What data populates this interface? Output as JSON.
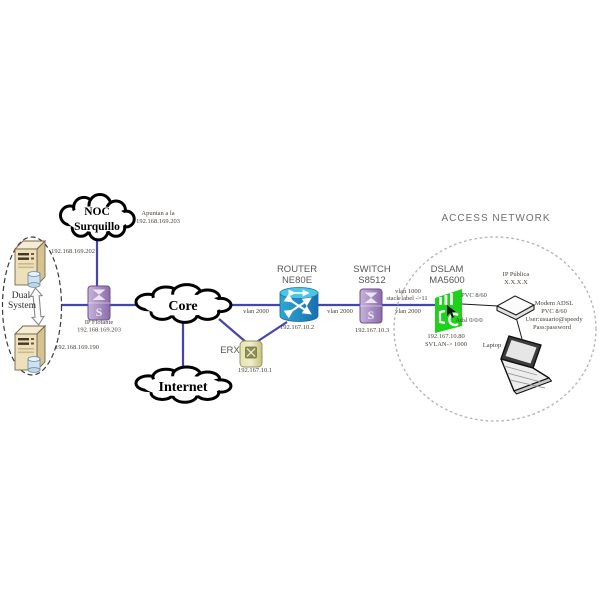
{
  "colors": {
    "link": "#4643b2",
    "black_link": "#1a1a1a",
    "dslam_fill": "#1dd11d",
    "switch_fill": "#a78fc4",
    "router_fill": "#1d86c0",
    "erx_fill": "#d9d496"
  },
  "icons": {
    "switch_glyph": "S"
  },
  "clouds": {
    "noc_line1": "NOC",
    "noc_line2": "Surquillo",
    "core": "Core",
    "internet": "Internet"
  },
  "region": {
    "access_network": "ACCESS NETWORK"
  },
  "notes": {
    "apuntan_line1": "Apuntan a la",
    "apuntan_line2": "192.168.169.203"
  },
  "devices": {
    "dual_system": {
      "label_line1": "Dual",
      "label_line2": "System",
      "server_top_ip": "192.168.169.202",
      "server_bottom_ip": "192.168.169.190"
    },
    "core_switch": {
      "label_line1": "IP Flotante",
      "label_line2": "192.168.169.203"
    },
    "erx": {
      "name": "ERX",
      "ip": "192.167.10.1"
    },
    "router": {
      "name_line1": "ROUTER",
      "name_line2": "NE80E",
      "ip": "192.167.10.2"
    },
    "access_switch": {
      "name_line1": "SWITCH",
      "name_line2": "S8512",
      "ip": "192.167.10.3"
    },
    "dslam": {
      "name_line1": "DSLAM",
      "name_line2": "MA5600",
      "ip": "192.167.10.80",
      "svlan": "SVLAN-> 1000"
    },
    "modem": {
      "ip_line1": "IP Pública",
      "ip_line2": "X.X.X.X",
      "note_line1": "Modem ADSL",
      "note_line2": "PVC 8/60",
      "note_line3": "User:usuario@speedy",
      "note_line4": "Pass:password"
    },
    "laptop": {
      "label": "Laptop"
    }
  },
  "links": {
    "core_router_vlan": "vlan 2000",
    "router_switch_vlan": "vlan 2000",
    "switch_dslam_vlan_top": "vlan 1000",
    "switch_dslam_stack": "stack label ->11",
    "switch_dslam_vlan_bottom": "vlan 2000",
    "dslam_modem_pvc": "PVC 8/60",
    "dslam_port": "Adsl 0/0/0"
  }
}
